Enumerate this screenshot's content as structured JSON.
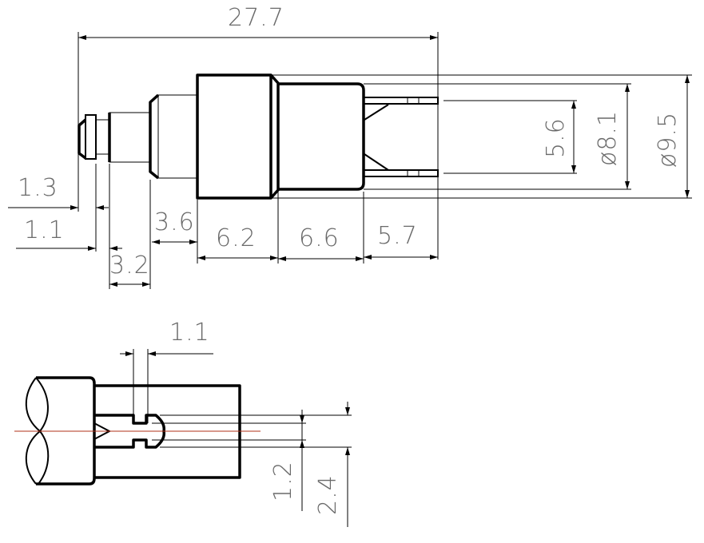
{
  "drawing": {
    "top_view": {
      "overall_length": "27.7",
      "tip_length": "1.3",
      "ring_length": "1.1",
      "shaft_length": "3.2",
      "neck_length": "3.6",
      "body_length": "6.2",
      "rear_body_length": "6.6",
      "pin_length": "5.7",
      "pin_spacing": "5.6",
      "rear_diameter": "ø8.1",
      "body_diameter": "ø9.5"
    },
    "detail_view": {
      "groove_width": "1.1",
      "groove_diameter": "1.2",
      "tip_diameter": "2.4"
    },
    "colors": {
      "lines": "#000000",
      "centerline": "#b03018",
      "text": "#6a6a6a"
    }
  }
}
